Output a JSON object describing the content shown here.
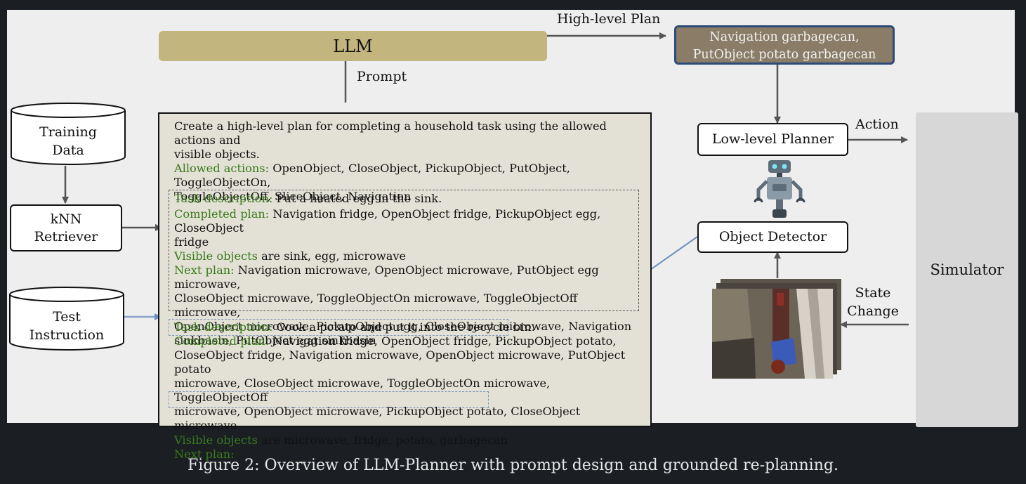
{
  "diagram": {
    "llm_label": "LLM",
    "high_level_plan_label": "High-level Plan",
    "high_level_plan_lines": [
      "Navigation garbagecan,",
      "PutObject potato garbagecan"
    ],
    "prompt_label": "Prompt",
    "training_data_lines": [
      "Training",
      "Data"
    ],
    "knn_lines": [
      "kNN",
      "Retriever"
    ],
    "test_instruction_lines": [
      "Test",
      "Instruction"
    ],
    "low_level_planner": "Low-level Planner",
    "action_label": "Action",
    "object_detector": "Object Detector",
    "simulator": "Simulator",
    "state_change_lines": [
      "State",
      "Change"
    ],
    "prompt_box": {
      "intro_lines": [
        "Create a high-level plan for completing a household task using the allowed actions and",
        "visible objects."
      ],
      "allowed_actions_key": "Allowed actions:",
      "allowed_actions_lines": [
        " OpenObject, CloseObject, PickupObject, PutObject, ToggleObjectOn,",
        "ToggleObjectOff, SliceObject, Navigation"
      ],
      "example": {
        "task_key": "Task description:",
        "task_value": " Put a heated egg in the sink.",
        "completed_key": "Completed plan:",
        "completed_lines": [
          " Navigation fridge, OpenObject fridge, PickupObject egg, CloseObject",
          "fridge"
        ],
        "visible_key": "Visible objects",
        "visible_value": " are sink, egg, microwave",
        "next_key": "Next plan:",
        "next_lines": [
          " Navigation microwave, OpenObject microwave, PutObject egg microwave,",
          "CloseObject microwave, ToggleObjectOn microwave, ToggleObjectOff microwave,",
          "OpenObject microwave, PickupObject egg, CloseObject microwave, Navigation",
          "sinkbasin, PutObject egg sinkbasin"
        ]
      },
      "query": {
        "task_key": "Task description:",
        "task_value": " Cook a potato and put it into the recycle bin.",
        "completed_key": "Completed plan:",
        "completed_lines": [
          " Navigation fridge, OpenObject fridge, PickupObject potato,",
          "CloseObject fridge, Navigation microwave, OpenObject microwave, PutObject potato",
          "microwave, CloseObject microwave, ToggleObjectOn microwave, ToggleObjectOff",
          "microwave, OpenObject microwave, PickupObject potato, CloseObject microwave"
        ],
        "visible_key": "Visible objects",
        "visible_value": " are microwave, fridge, potato, garbagecan",
        "next_key": "Next plan:"
      }
    }
  },
  "caption": "Figure 2: Overview of LLM-Planner with prompt design and grounded re-planning.",
  "colors": {
    "llm_fill": "#c2b57e",
    "plan_fill": "#8a7c66",
    "plan_border": "#2c4a7a",
    "green_key": "#3a7a1a",
    "arrow_blue": "#6e8fc0"
  }
}
